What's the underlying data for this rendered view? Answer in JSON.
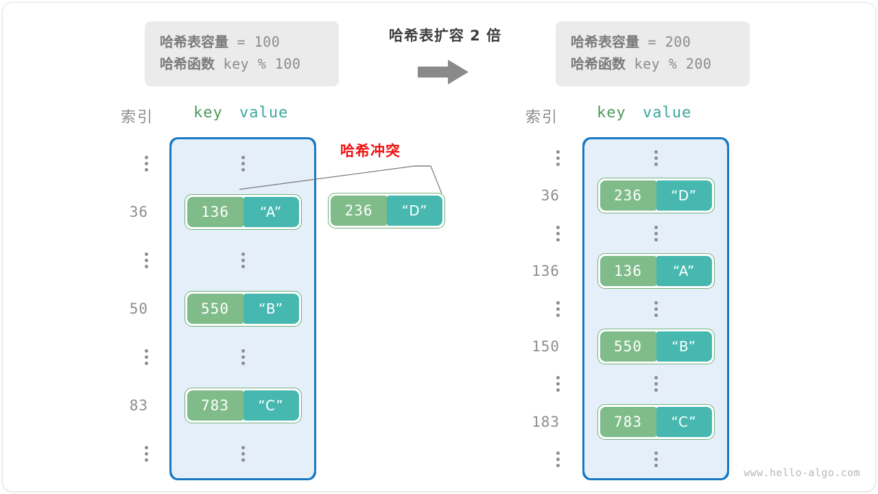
{
  "center": {
    "title": "哈希表扩容 2 倍",
    "arrow_icon": "arrow-right-icon"
  },
  "left_panel": {
    "info": {
      "capacity_label": "哈希表容量",
      "capacity_value": " = 100",
      "hashfn_label": "哈希函数",
      "hashfn_value": " key % 100"
    },
    "headers": {
      "index": "索引",
      "key": "key",
      "value": "value"
    },
    "rows": [
      {
        "index": "⋮",
        "type": "ellipsis"
      },
      {
        "index": "36",
        "type": "entry",
        "key": "136",
        "value": "“A”"
      },
      {
        "index": "⋮",
        "type": "ellipsis"
      },
      {
        "index": "50",
        "type": "entry",
        "key": "550",
        "value": "“B”"
      },
      {
        "index": "⋮",
        "type": "ellipsis"
      },
      {
        "index": "83",
        "type": "entry",
        "key": "783",
        "value": "“C”"
      },
      {
        "index": "⋮",
        "type": "ellipsis"
      }
    ]
  },
  "right_panel": {
    "info": {
      "capacity_label": "哈希表容量",
      "capacity_value": " = 200",
      "hashfn_label": "哈希函数",
      "hashfn_value": " key % 200"
    },
    "headers": {
      "index": "索引",
      "key": "key",
      "value": "value"
    },
    "rows": [
      {
        "index": "⋮",
        "type": "ellipsis"
      },
      {
        "index": "36",
        "type": "entry",
        "key": "236",
        "value": "“D”"
      },
      {
        "index": "⋮",
        "type": "ellipsis"
      },
      {
        "index": "136",
        "type": "entry",
        "key": "136",
        "value": "“A”"
      },
      {
        "index": "⋮",
        "type": "ellipsis"
      },
      {
        "index": "150",
        "type": "entry",
        "key": "550",
        "value": "“B”"
      },
      {
        "index": "⋮",
        "type": "ellipsis"
      },
      {
        "index": "183",
        "type": "entry",
        "key": "783",
        "value": "“C”"
      },
      {
        "index": "⋮",
        "type": "ellipsis"
      }
    ]
  },
  "collision": {
    "label": "哈希冲突",
    "overflow_entry": {
      "key": "236",
      "value": "“D”"
    }
  },
  "watermark": "www.hello-algo.com",
  "colors": {
    "key_green": "#7fbc8a",
    "value_teal": "#46b8b0",
    "pair_border": "#6fae78",
    "bucket_fill": "#e4eff9",
    "bucket_border": "#1678c2",
    "info_bg": "#ebebeb",
    "index_gray": "#8c8c8c",
    "collision_red": "#ee1111",
    "arrow_gray": "#8a8a8a"
  }
}
